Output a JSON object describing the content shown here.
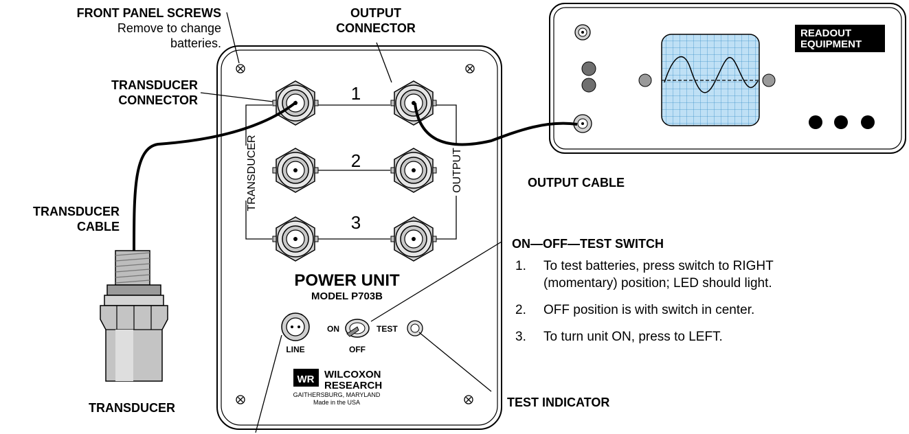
{
  "labels": {
    "front_panel_screws": "FRONT PANEL SCREWS",
    "screws_note_1": "Remove to change",
    "screws_note_2": "batteries.",
    "output_connector_1": "OUTPUT",
    "output_connector_2": "CONNECTOR",
    "transducer_connector_1": "TRANSDUCER",
    "transducer_connector_2": "CONNECTOR",
    "transducer_cable_1": "TRANSDUCER",
    "transducer_cable_2": "CABLE",
    "transducer": "TRANSDUCER",
    "output_cable": "OUTPUT CABLE",
    "readout_1": "READOUT",
    "readout_2": "EQUIPMENT",
    "test_indicator": "TEST INDICATOR"
  },
  "panel": {
    "channels": [
      "1",
      "2",
      "3"
    ],
    "side_left": "TRANSDUCER",
    "side_right": "OUTPUT",
    "title": "POWER UNIT",
    "model": "MODEL P703B",
    "line": "LINE",
    "on": "ON",
    "off": "OFF",
    "test": "TEST",
    "logo": "WR",
    "brand_1": "WILCOXON",
    "brand_2": "RESEARCH",
    "city": "GAITHERSBURG, MARYLAND",
    "made": "Made in the USA"
  },
  "switch_notes": {
    "title": "ON—OFF—TEST SWITCH",
    "items": [
      {
        "num": "1.",
        "lines": [
          "To test batteries, press switch to RIGHT",
          "(momentary) position;  LED should light."
        ]
      },
      {
        "num": "2.",
        "lines": [
          "OFF position is with switch in center."
        ]
      },
      {
        "num": "3.",
        "lines": [
          "To turn unit ON, press to LEFT."
        ]
      }
    ]
  }
}
